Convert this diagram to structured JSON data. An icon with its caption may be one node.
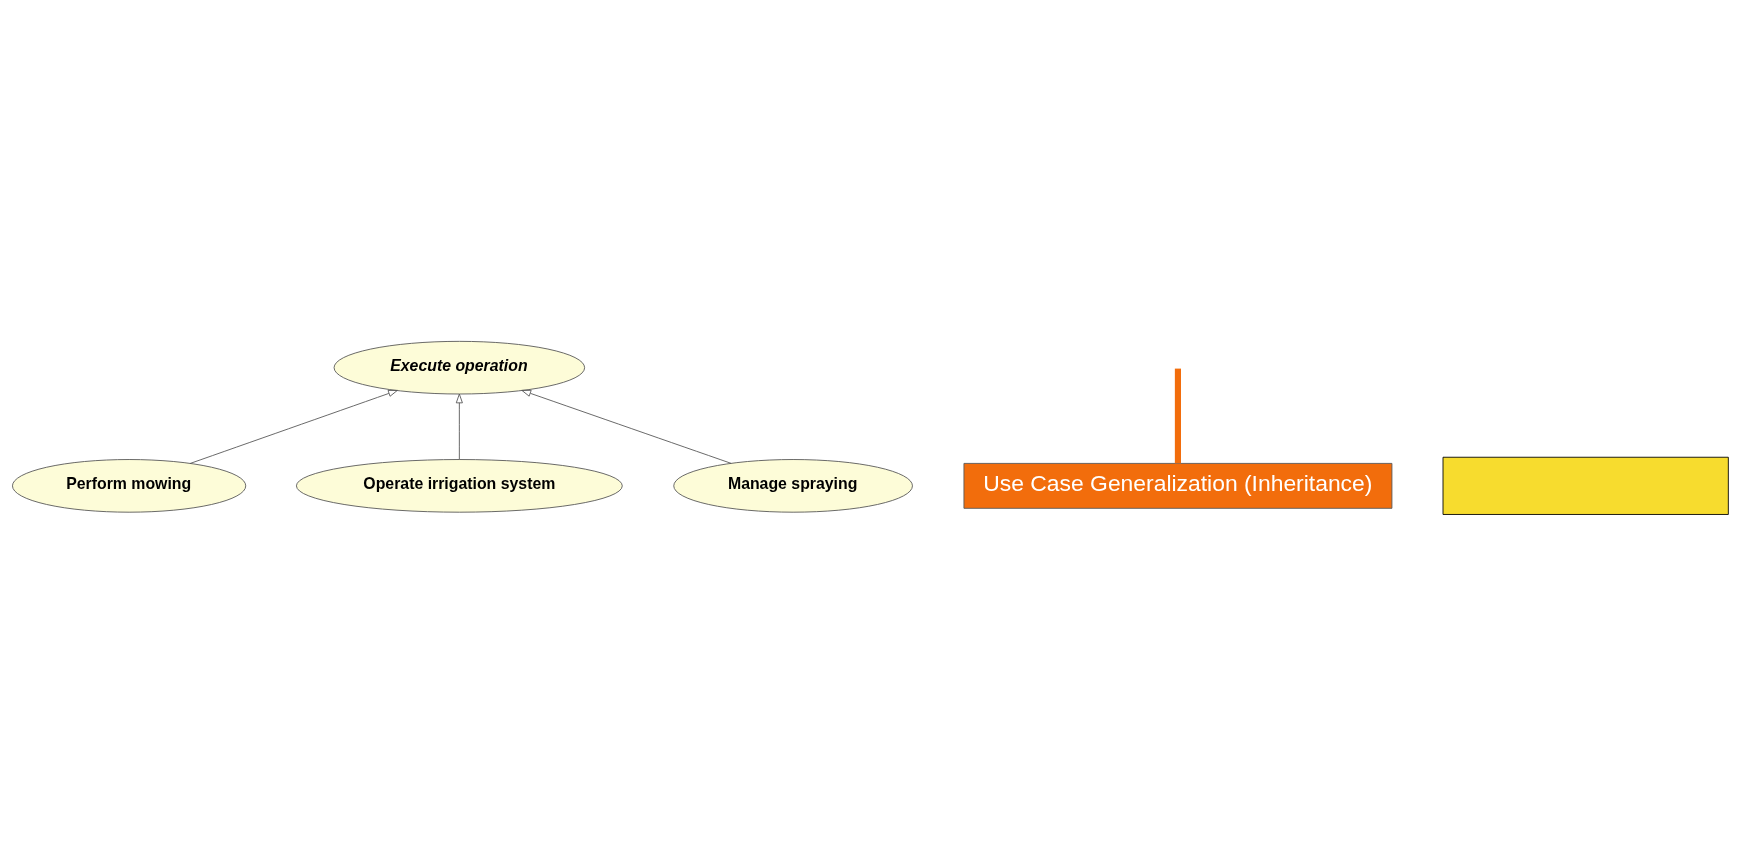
{
  "diagram": {
    "nodes": [
      {
        "text": [
          "Execute operation"
        ]
      },
      {
        "text": [
          "Perform mowing"
        ]
      },
      {
        "text": [
          "Operate irrigation system"
        ]
      },
      {
        "text": [
          "Manage spraying"
        ]
      },
      {
        "text": [
          "Use Case Generalization (Inheritance)"
        ]
      },
      {
        "text": [],
        "shape": "box"
      }
    ],
    "edges": [
      {
        "from": 1,
        "to": 0,
        "arrow": "to"
      },
      {
        "from": 2,
        "to": 0,
        "arrow": "to"
      },
      {
        "from": 3,
        "to": 0,
        "arrow": "to"
      },
      {
        "from": 4,
        "to": null,
        "arrow": "none",
        "style": "thick",
        "color": "#f26d0c"
      }
    ]
  }
}
